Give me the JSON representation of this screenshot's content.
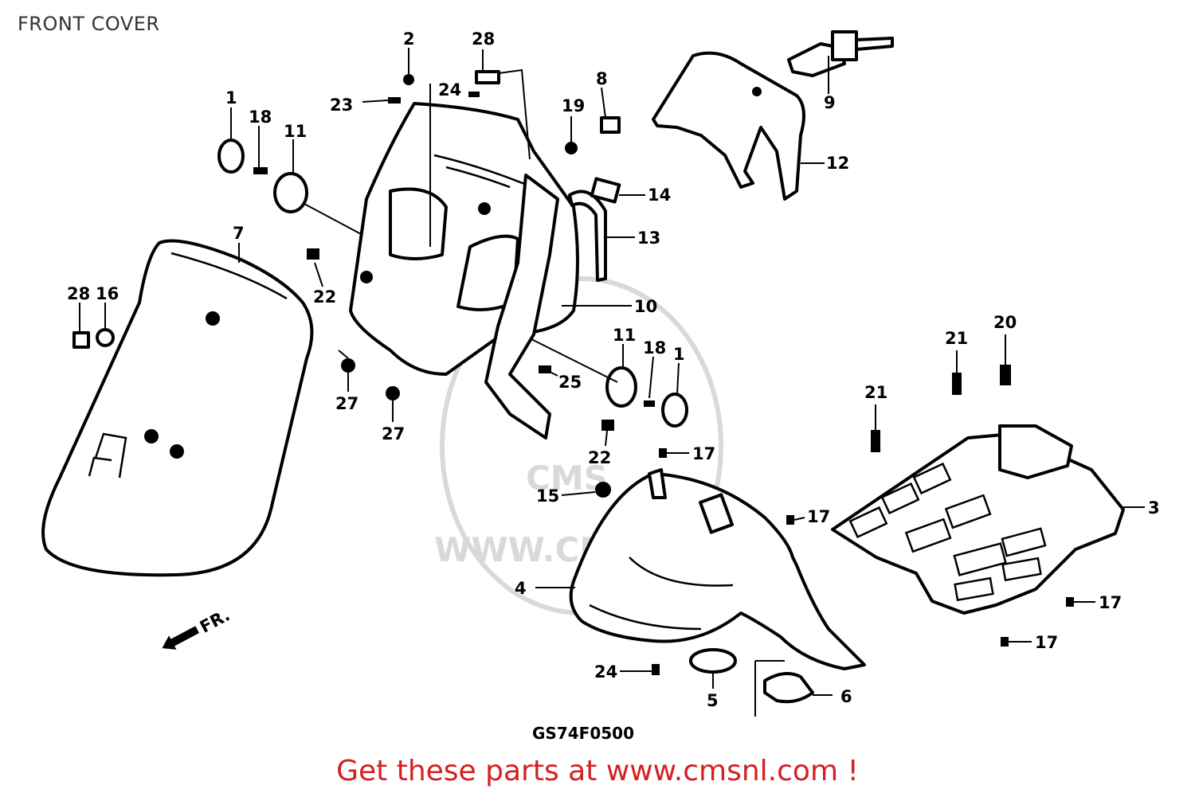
{
  "header": {
    "title": "FRONT COVER"
  },
  "diagram": {
    "drawing_code": "GS74F0500",
    "direction_label": "FR.",
    "watermark": {
      "brand": "CMS",
      "url": "WWW.CMSNL.COM"
    },
    "callouts": {
      "c1a": "1",
      "c1b": "1",
      "c2": "2",
      "c3": "3",
      "c4": "4",
      "c5": "5",
      "c6": "6",
      "c7": "7",
      "c8": "8",
      "c9": "9",
      "c10": "10",
      "c11a": "11",
      "c11b": "11",
      "c12": "12",
      "c13": "13",
      "c14": "14",
      "c15": "15",
      "c16": "16",
      "c17a": "17",
      "c17b": "17",
      "c17c": "17",
      "c17d": "17",
      "c18a": "18",
      "c18b": "18",
      "c19": "19",
      "c20": "20",
      "c21a": "21",
      "c21b": "21",
      "c22a": "22",
      "c22b": "22",
      "c23": "23",
      "c24a": "24",
      "c24b": "24",
      "c25": "25",
      "c27a": "27",
      "c27b": "27",
      "c28a": "28",
      "c28b": "28"
    }
  },
  "footer": {
    "cta": "Get these parts at www.cmsnl.com !"
  },
  "colors": {
    "cta": "#d42020",
    "title": "#333333",
    "line": "#000000",
    "watermark": "#d9d9d9"
  }
}
